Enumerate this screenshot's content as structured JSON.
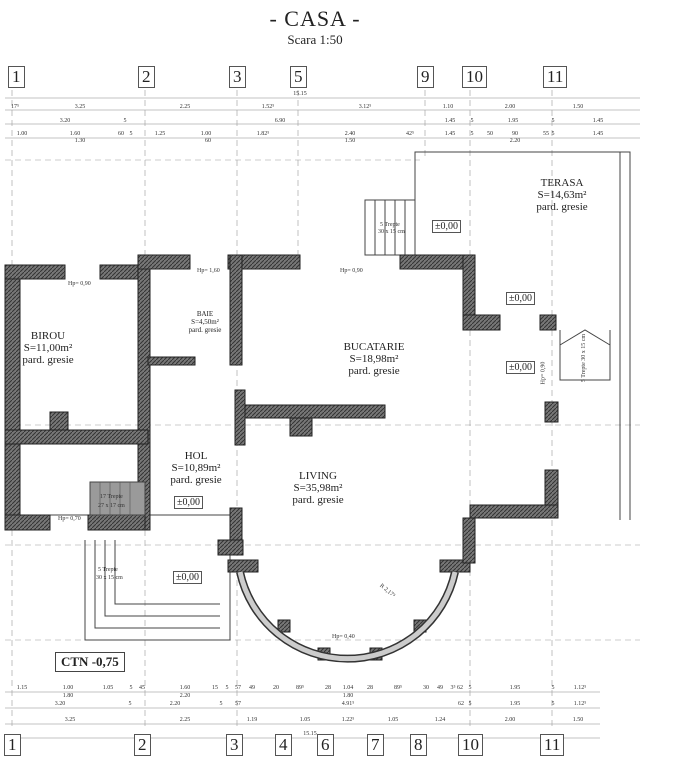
{
  "title": "- CASA -",
  "scale": "Scara 1:50",
  "axes_top": [
    "1",
    "2",
    "3",
    "5",
    "9",
    "10",
    "11"
  ],
  "axes_bottom": [
    "1",
    "2",
    "3",
    "4",
    "6",
    "7",
    "8",
    "10",
    "11"
  ],
  "dims_top": {
    "total": "15.15",
    "row1": [
      "17⁵",
      "3.25",
      "2.25",
      "1.52⁵",
      "3.12⁵",
      "1.10",
      "2.00",
      "1.50"
    ],
    "row2": [
      "3.20",
      "5",
      "6.90",
      "1.45",
      "5",
      "1.95",
      "5",
      "1.45"
    ],
    "row3": [
      "1.00",
      "1.60",
      "60",
      "5",
      "1.25",
      "1.00",
      "1.82⁵",
      "2.40",
      "42⁵",
      "1.45",
      "5",
      "50",
      "90",
      "55",
      "5",
      "1.45"
    ],
    "row3_sub": [
      "1.30",
      "60",
      "1.50",
      "2.20"
    ]
  },
  "dims_bottom": {
    "row1": [
      "1.15",
      "1.00",
      "1.05",
      "5",
      "45",
      "1.60",
      "15",
      "5",
      "57",
      "49",
      "20",
      "89⁵",
      "28",
      "1.04",
      "28",
      "89⁵",
      "30",
      "49",
      "3⁵",
      "62",
      "5",
      "1.95",
      "5",
      "1.12⁵"
    ],
    "row1_sub": [
      "1.80",
      "2.20",
      "1.80"
    ],
    "row2": [
      "3.20",
      "5",
      "2.20",
      "5",
      "57",
      "4.91⁵",
      "62",
      "5",
      "1.95",
      "5",
      "1.12⁵"
    ],
    "row3": [
      "3.25",
      "2.25",
      "1.19",
      "1.05",
      "1.22⁵",
      "1.05",
      "1.24",
      "2.00",
      "1.50"
    ],
    "total": "15.15"
  },
  "rooms": [
    {
      "name": "BIROU",
      "area": "S=11,00m²",
      "floor": "pard. gresie"
    },
    {
      "name": "BAIE",
      "area": "S=4,50m²",
      "floor": "pard. gresie"
    },
    {
      "name": "BUCATARIE",
      "area": "S=18,98m²",
      "floor": "pard. gresie"
    },
    {
      "name": "TERASA",
      "area": "S=14,63m²",
      "floor": "pard. gresie"
    },
    {
      "name": "HOL",
      "area": "S=10,89m²",
      "floor": "pard. gresie"
    },
    {
      "name": "LIVING",
      "area": "S=35,98m²",
      "floor": "pard. gresie"
    }
  ],
  "levels": [
    "±0,00",
    "±0,00",
    "±0,00",
    "±0,00",
    "±0,00"
  ],
  "ctn": "CTN -0,75",
  "notes": {
    "hp_birou": "Hp= 0,90",
    "hp_baie": "Hp= 1,60",
    "hp_bucatarie": "Hp= 0,90",
    "hp_stair": "Hp= 0,70",
    "hp_arc": "Hp= 0,40",
    "hp_terasa": "Hp= 0,90",
    "stair_main": "17 Trepte",
    "stair_main_size": "27 x 17 cm",
    "stair_entry": "5 Trepte",
    "stair_entry_size": "30 x 15 cm",
    "stair_top": "5 Trepte",
    "stair_top_size": "30 x 15 cm",
    "stair_terasa": "5 Trepte 30 x 15 cm",
    "radius": "R 2,17⁵"
  },
  "colors": {
    "wall": "#555555",
    "stair": "#9a9a9a",
    "line": "#666666"
  }
}
